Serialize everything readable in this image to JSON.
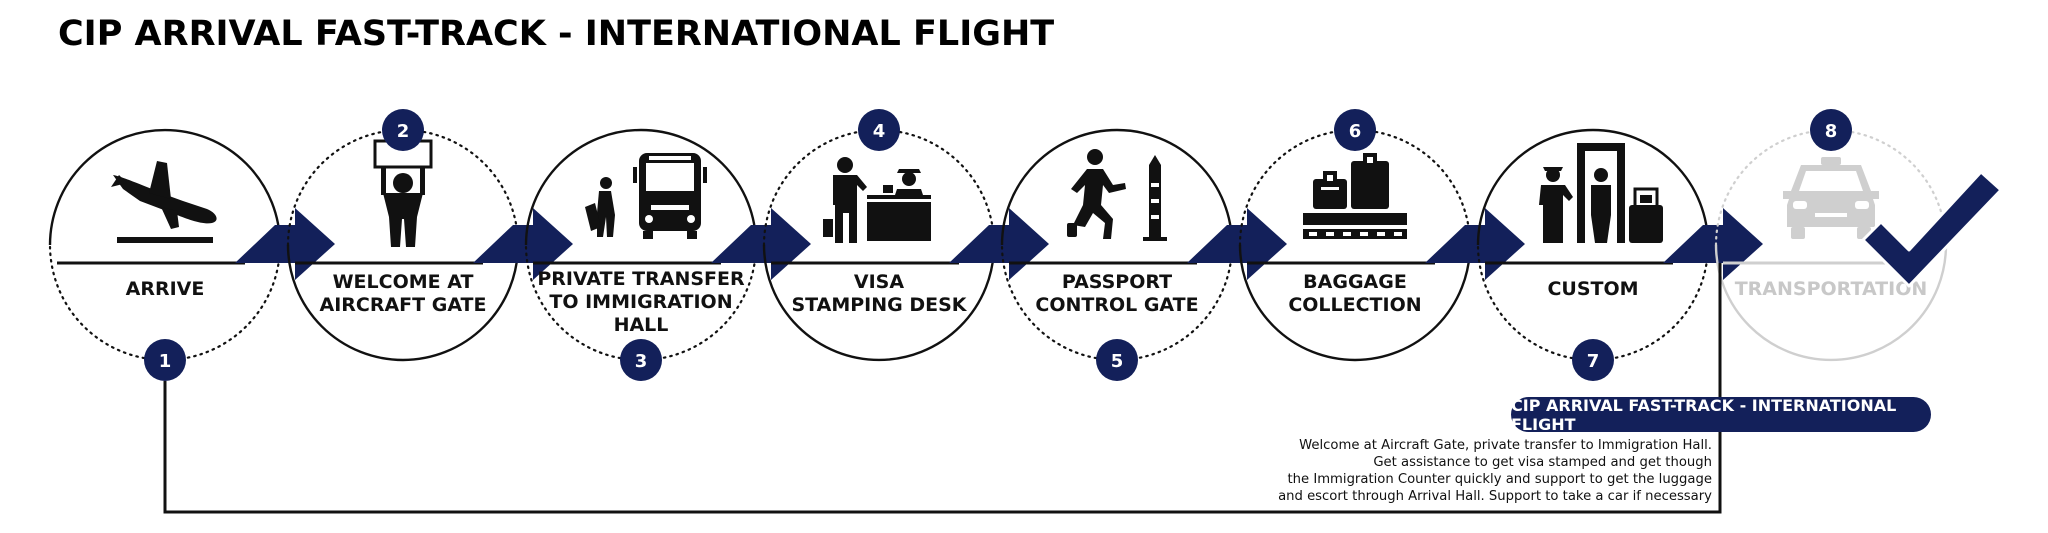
{
  "title": "CIP ARRIVAL FAST-TRACK - INTERNATIONAL FLIGHT",
  "colors": {
    "navy": "#13205a",
    "muted": "#cfcfcf",
    "text": "#111111"
  },
  "steps": [
    {
      "number": "1",
      "lines": [
        "ARRIVE"
      ],
      "icon": "airplane-landing-icon",
      "muted": false
    },
    {
      "number": "2",
      "lines": [
        "WELCOME AT",
        "AIRCRAFT GATE"
      ],
      "icon": "sign-holder-icon",
      "muted": false
    },
    {
      "number": "3",
      "lines": [
        "PRIVATE TRANSFER",
        "TO IMMIGRATION",
        "HALL"
      ],
      "icon": "bus-transfer-icon",
      "muted": false
    },
    {
      "number": "4",
      "lines": [
        "VISA",
        "STAMPING DESK"
      ],
      "icon": "visa-desk-icon",
      "muted": false
    },
    {
      "number": "5",
      "lines": [
        "PASSPORT",
        "CONTROL GATE"
      ],
      "icon": "passport-control-icon",
      "muted": false
    },
    {
      "number": "6",
      "lines": [
        "BAGGAGE",
        "COLLECTION"
      ],
      "icon": "baggage-icon",
      "muted": false
    },
    {
      "number": "7",
      "lines": [
        "CUSTOM"
      ],
      "icon": "customs-scanner-icon",
      "muted": false
    },
    {
      "number": "8",
      "lines": [
        "TRANSPORTATION"
      ],
      "icon": "taxi-icon",
      "muted": true
    }
  ],
  "summary": {
    "title": "CIP ARRIVAL FAST-TRACK - INTERNATIONAL FLIGHT",
    "lines": [
      "Welcome at Aircraft Gate, private transfer to Immigration Hall.",
      "Get assistance to get visa stamped and get though",
      "the Immigration Counter quickly and support to get the luggage",
      "and escort through Arrival Hall. Support to take a car if necessary"
    ]
  }
}
